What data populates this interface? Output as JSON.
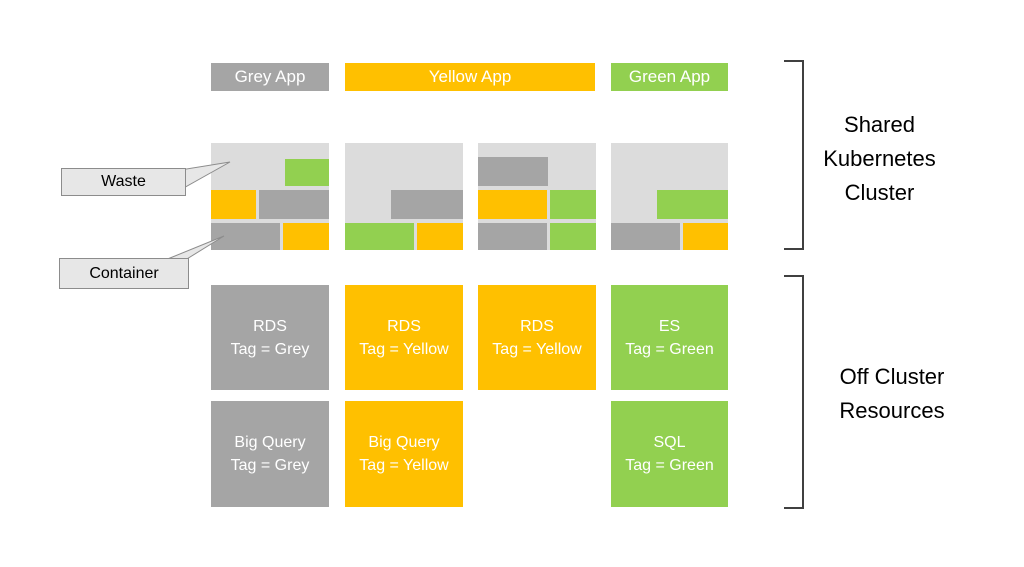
{
  "colors": {
    "grey": "#a5a5a5",
    "yellow": "#ffc000",
    "green": "#92d050",
    "node_bg": "#dcdcdc",
    "callout_bg": "#e7e7e7"
  },
  "apps": [
    {
      "label": "Grey App",
      "color": "grey"
    },
    {
      "label": "Yellow App",
      "color": "yellow"
    },
    {
      "label": "Green App",
      "color": "green"
    }
  ],
  "callouts": {
    "waste": "Waste",
    "container": "Container"
  },
  "resources": {
    "grey_rds": {
      "line1": "RDS",
      "line2": "Tag = Grey"
    },
    "grey_bq": {
      "line1": "Big Query",
      "line2": "Tag = Grey"
    },
    "yellow_rds_1": {
      "line1": "RDS",
      "line2": "Tag = Yellow"
    },
    "yellow_bq": {
      "line1": "Big Query",
      "line2": "Tag = Yellow"
    },
    "yellow_rds_2": {
      "line1": "RDS",
      "line2": "Tag = Yellow"
    },
    "green_es": {
      "line1": "ES",
      "line2": "Tag = Green"
    },
    "green_sql": {
      "line1": "SQL",
      "line2": "Tag = Green"
    }
  },
  "side_labels": {
    "shared": {
      "line1": "Shared",
      "line2": "Kubernetes",
      "line3": "Cluster"
    },
    "off": {
      "line1": "Off Cluster",
      "line2": "Resources"
    }
  }
}
